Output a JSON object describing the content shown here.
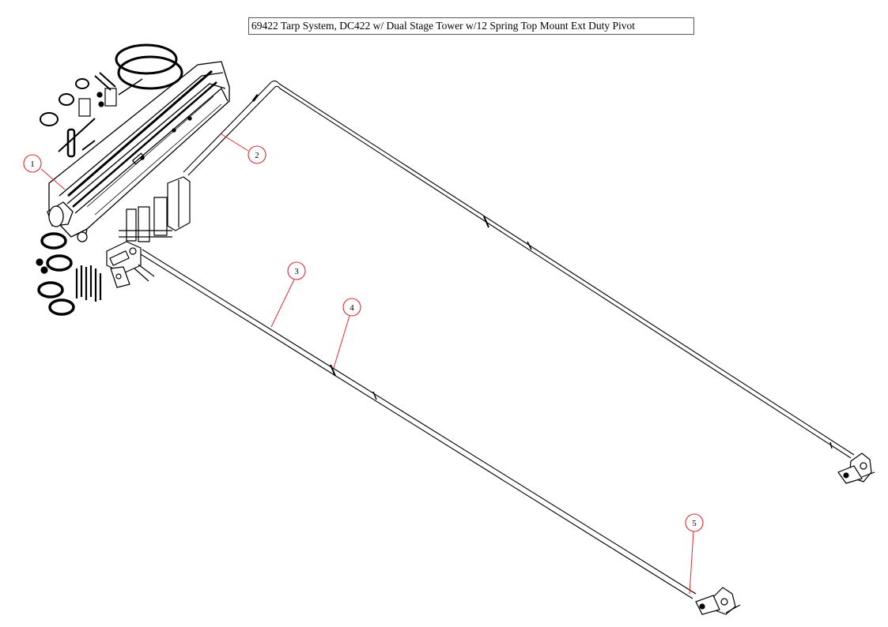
{
  "title": "69422 Tarp System, DC422 w/ Dual Stage Tower w/12 Spring Top Mount Ext Duty Pivot",
  "callouts": [
    {
      "label": "1"
    },
    {
      "label": "2"
    },
    {
      "label": "3"
    },
    {
      "label": "4"
    },
    {
      "label": "5"
    }
  ],
  "colors": {
    "callout": "#e0282e",
    "line": "#000000",
    "background": "#ffffff"
  }
}
